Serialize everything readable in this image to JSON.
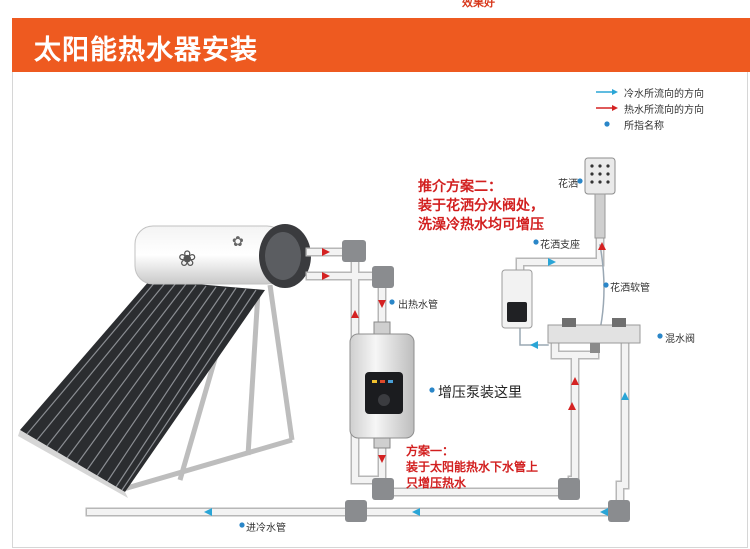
{
  "top_caption": "效果好",
  "title": "太阳能热水器安装",
  "legend": [
    {
      "label": "冷水所流向的方向",
      "color": "#2aa5d6"
    },
    {
      "label": "热水所流向的方向",
      "color": "#d42222"
    },
    {
      "label": "所指名称",
      "color": "#2a86c8"
    }
  ],
  "plan2": {
    "line1": "推介方案二：",
    "line2": "装于花洒分水阀处，",
    "line3": "洗澡冷热水均可增压"
  },
  "plan1": {
    "line1": "方案一：",
    "line2": "装于太阳能热水下水管上",
    "line3": "只增压热水"
  },
  "labels": {
    "shower": "花洒",
    "shower_holder": "花洒支座",
    "shower_hose": "花洒软管",
    "mixing_valve": "混水阀",
    "hot_out_pipe": "出热水管",
    "cold_in_pipe": "进冷水管",
    "pump": "增压泵装这里"
  },
  "colors": {
    "banner": "#ee5a20",
    "pipe": "#eeeeee",
    "pipe_edge": "#b5b5b5",
    "hot": "#d42222",
    "cold": "#2aa5d6"
  }
}
